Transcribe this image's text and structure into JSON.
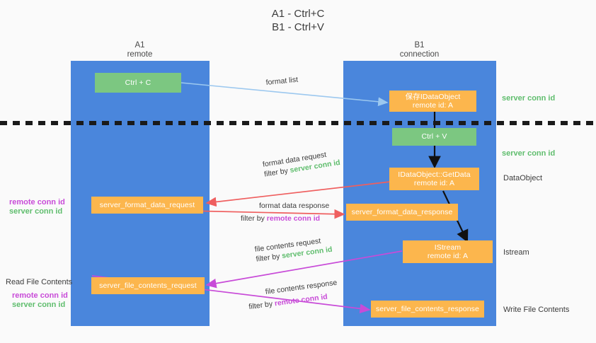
{
  "title": {
    "line1": "A1 - Ctrl+C",
    "line2": "B1 - Ctrl+V"
  },
  "lanes": [
    {
      "name": "A1",
      "sub": "remote"
    },
    {
      "name": "B1",
      "sub": "connection"
    }
  ],
  "boxes": {
    "ctrl_c": {
      "line1": "Ctrl + C",
      "color": "#7cc781"
    },
    "save_idataobject": {
      "line1": "保存IDataObject",
      "line2": "remote id: A",
      "color": "#fcb64d"
    },
    "ctrl_v": {
      "line1": "Ctrl + V",
      "color": "#7cc781"
    },
    "getdata": {
      "line1": "IDataObject::GetData",
      "line2": "remote id: A",
      "color": "#fcb64d"
    },
    "format_data_request": {
      "line1": "server_format_data_request",
      "color": "#fcb64d"
    },
    "format_data_response": {
      "line1": "server_format_data_response",
      "color": "#fcb64d"
    },
    "istream": {
      "line1": "IStream",
      "line2": "remote id: A",
      "color": "#fcb64d"
    },
    "file_contents_request": {
      "line1": "server_file_contents_request",
      "color": "#fcb64d"
    },
    "file_contents_response": {
      "line1": "server_file_contents_response",
      "color": "#fcb64d"
    }
  },
  "edges": {
    "format_list": "format list",
    "format_data_request_l1": "format data request",
    "format_data_request_l2_pre": "filter by ",
    "format_data_request_l2_key": "server conn id",
    "format_data_response_l1": "format data response",
    "format_data_response_l2_pre": "filter by ",
    "format_data_response_l2_key": "remote conn id",
    "file_contents_request_l1": "file contents request",
    "file_contents_request_l2_pre": "filter by ",
    "file_contents_request_l2_key": "server conn id",
    "file_contents_response_l1": "file contents response",
    "file_contents_response_l2_pre": "filter by ",
    "file_contents_response_l2_key": "remote conn id"
  },
  "right_labels": {
    "server_conn_id_top": "server conn id",
    "server_conn_id_mid": "server conn id",
    "dataobject": "DataObject",
    "istream": "Istream",
    "write_file_contents": "Write File Contents"
  },
  "left_labels": {
    "remote_conn_id_1": "remote conn id",
    "server_conn_id_1": "server conn id",
    "read_file_contents": "Read File Contents",
    "remote_conn_id_2": "remote conn id",
    "server_conn_id_2": "server conn id"
  },
  "colors": {
    "lane": "#4a86dc",
    "green_box": "#7cc781",
    "orange_box": "#fcb64d",
    "green_text": "#5fbd6d",
    "purple_text": "#c84bd8",
    "arrow_light_blue": "#9cc8ef",
    "arrow_red": "#ef5f5f",
    "arrow_purple": "#c84bd8",
    "arrow_black": "#111111",
    "background": "#fafafa"
  }
}
